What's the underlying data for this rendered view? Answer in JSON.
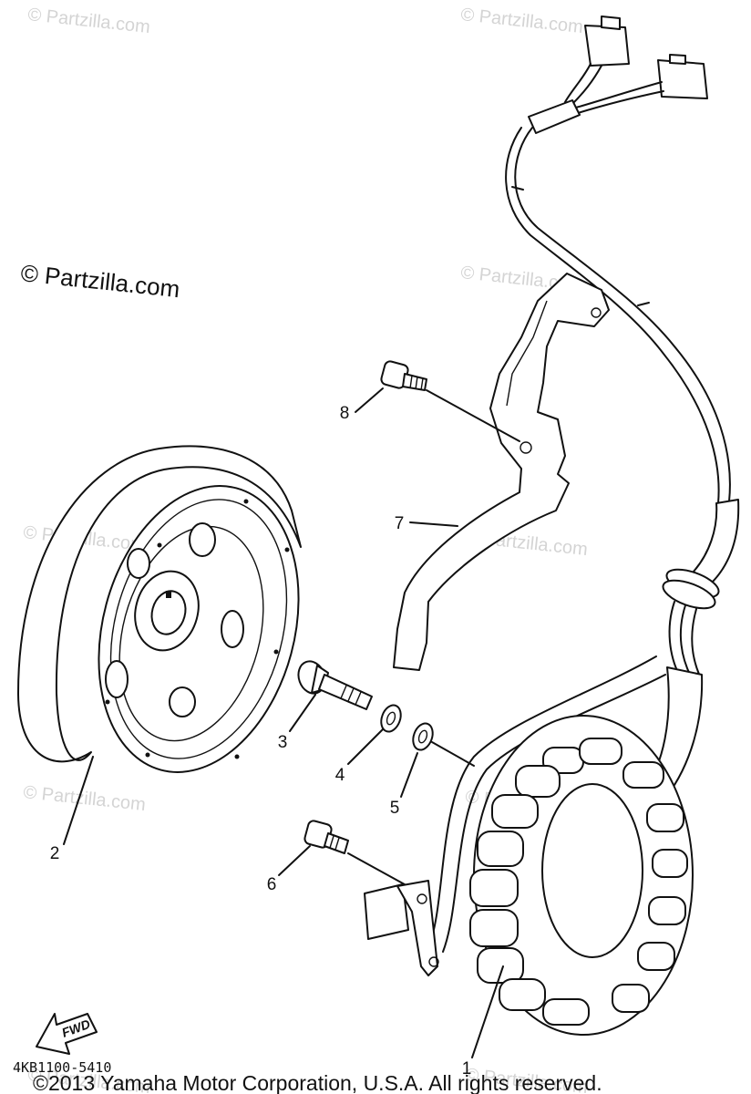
{
  "watermarks": {
    "main": "© Partzilla.com",
    "faint": "© Partzilla.com"
  },
  "callouts": {
    "p1": "1",
    "p2": "2",
    "p3": "3",
    "p4": "4",
    "p5": "5",
    "p6": "6",
    "p7": "7",
    "p8": "8"
  },
  "fwd_label": "FWD",
  "diagram_code": "4KB1100-5410",
  "copyright": "©2013 Yamaha Motor Corporation, U.S.A. All rights reserved."
}
